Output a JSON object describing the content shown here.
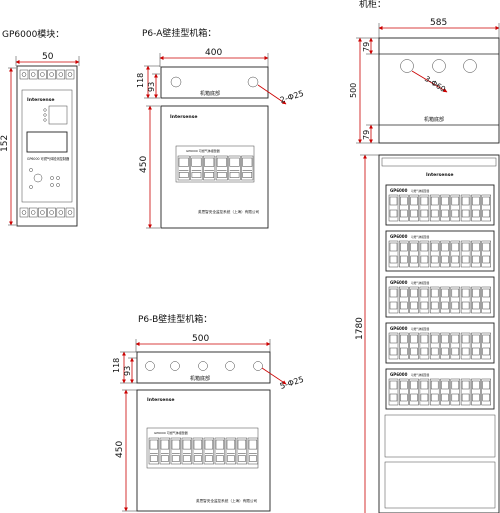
{
  "titles": {
    "gp6000": "GP6000模块：",
    "p6a": "P6-A壁挂型机箱：",
    "p6b": "P6-B壁挂型机箱：",
    "cabinet": "机柜："
  },
  "gp6000": {
    "dim_width": "50",
    "dim_height": "152",
    "brand": "Intersense",
    "model": "GP6000 可燃气体检测控制器"
  },
  "p6a": {
    "dim_width": "400",
    "dim_depth": "118",
    "dim_depth2": "93",
    "dim_height": "450",
    "bottom_label": "机箱底部",
    "hole_label": "2-Φ25",
    "brand": "Intersense",
    "panel_title": "GP6000 可燃气体报警器",
    "company": "英思智安全监控系统（上海）有限公司"
  },
  "p6b": {
    "dim_width": "500",
    "dim_depth": "118",
    "dim_depth2": "93",
    "dim_height": "450",
    "bottom_label": "机箱底部",
    "hole_label": "5-Φ25",
    "brand": "Intersense",
    "panel_title": "GP6000 可燃气体报警器",
    "company": "英思智安全监控系统（上海）有限公司"
  },
  "cabinet": {
    "dim_width": "585",
    "dim_top": "79",
    "dim_depth": "500",
    "dim_bottom": "79",
    "dim_height": "1780",
    "bottom_label": "机箱底部",
    "hole_label": "3-Φ60",
    "brand": "Intersense",
    "rack_label": "GP6000",
    "rack_sub": "可燃气体报警器"
  },
  "colors": {
    "dimension": "#cc0000",
    "line": "#222222"
  }
}
